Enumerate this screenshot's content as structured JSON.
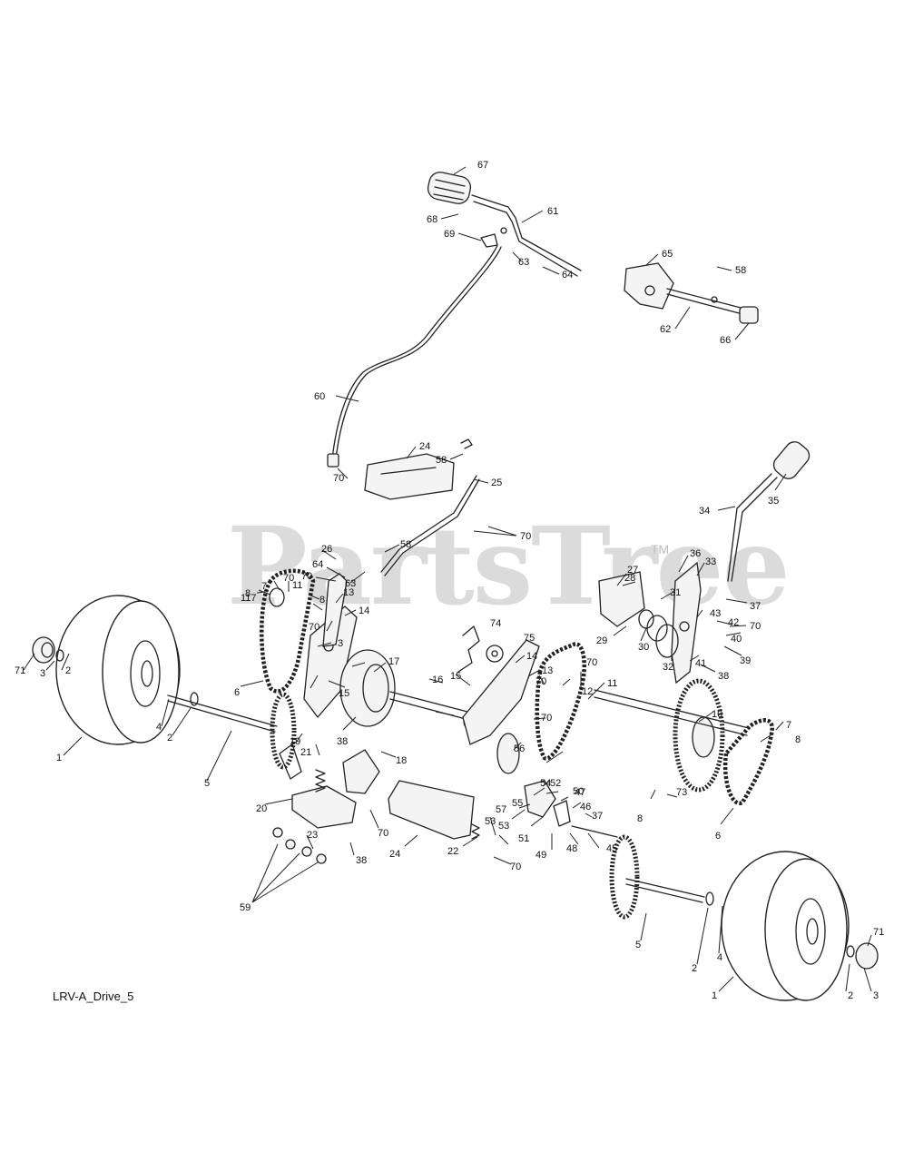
{
  "document": {
    "watermark": "PartsTree",
    "trademark": "TM",
    "diagram_code": "LRV-A_Drive_5"
  },
  "callouts": {
    "c1a": "1",
    "c1b": "1",
    "c2a": "2",
    "c2b": "2",
    "c2c": "2",
    "c2d": "2",
    "c3a": "3",
    "c3b": "3",
    "c3c": "3",
    "c4a": "4",
    "c4b": "4",
    "c5a": "5",
    "c5b": "5",
    "c6a": "6",
    "c6b": "6",
    "c7a": "7",
    "c7b": "7",
    "c8a": "8",
    "c8b": "8",
    "c8c": "8",
    "c8d": "8",
    "c10": "10",
    "c11a": "11",
    "c11b": "11",
    "c12": "12",
    "c13a": "13",
    "c13b": "13",
    "c14a": "14",
    "c14b": "14",
    "c15a": "15",
    "c15b": "15",
    "c16": "16",
    "c17": "17",
    "c18": "18",
    "c19": "19",
    "c20": "20",
    "c21": "21",
    "c22": "22",
    "c23": "23",
    "c24a": "24",
    "c24b": "24",
    "c25": "25",
    "c26": "26",
    "c27": "27",
    "c28": "28",
    "c29": "29",
    "c30": "30",
    "c31": "31",
    "c32": "32",
    "c33": "33",
    "c34": "34",
    "c35": "35",
    "c36": "36",
    "c37a": "37",
    "c37b": "37",
    "c38a": "38",
    "c38b": "38",
    "c38c": "38",
    "c39": "39",
    "c40": "40",
    "c41": "41",
    "c42": "42",
    "c43": "43",
    "c45": "45",
    "c46": "46",
    "c47": "47",
    "c48": "48",
    "c49": "49",
    "c50": "50",
    "c51": "51",
    "c52": "52",
    "c53": "53",
    "c54": "54",
    "c55": "55",
    "c56": "56",
    "c57": "57",
    "c58a": "58",
    "c58b": "58",
    "c58c": "58",
    "c59": "59",
    "c60": "60",
    "c61": "61",
    "c62": "62",
    "c63a": "63",
    "c63b": "63",
    "c64a": "64",
    "c64b": "64",
    "c65": "65",
    "c66": "66",
    "c67": "67",
    "c68": "68",
    "c69": "69",
    "c70a": "70",
    "c70b": "70",
    "c70c": "70",
    "c70d": "70",
    "c70e": "70",
    "c70f": "70",
    "c70g": "70",
    "c70h": "70",
    "c70i": "70",
    "c71a": "71",
    "c71b": "71",
    "c73": "73",
    "c74": "74",
    "c75": "75",
    "c117": "117"
  }
}
